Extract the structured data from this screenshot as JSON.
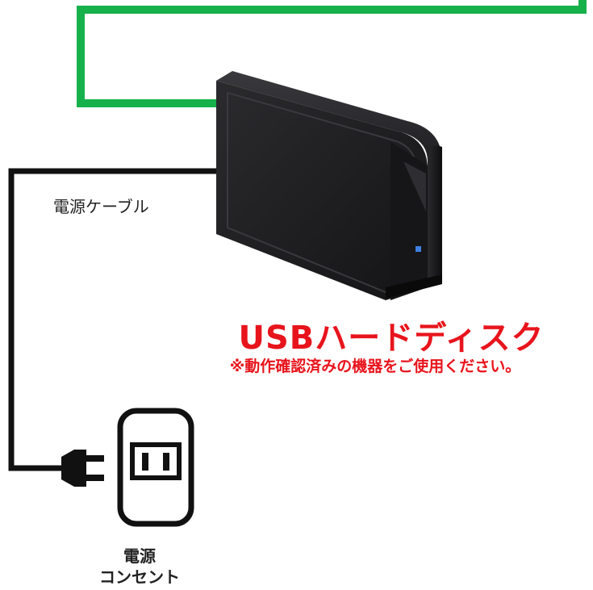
{
  "colors": {
    "network_cable": "#17b14b",
    "power_cable": "#111111",
    "hdd_body": "#1c1c1e",
    "hdd_led": "#3f7fe0",
    "accent_text": "#e8141c"
  },
  "labels": {
    "power_cable": "電源ケーブル",
    "hdd_title": "USBハードディスク",
    "hdd_note": "※動作確認済みの機器をご使用ください。",
    "outlet_line1": "電源",
    "outlet_line2": "コンセント"
  },
  "icons": {
    "device": "usb-hard-disk-icon",
    "plug": "power-plug-icon",
    "outlet": "wall-outlet-icon"
  }
}
